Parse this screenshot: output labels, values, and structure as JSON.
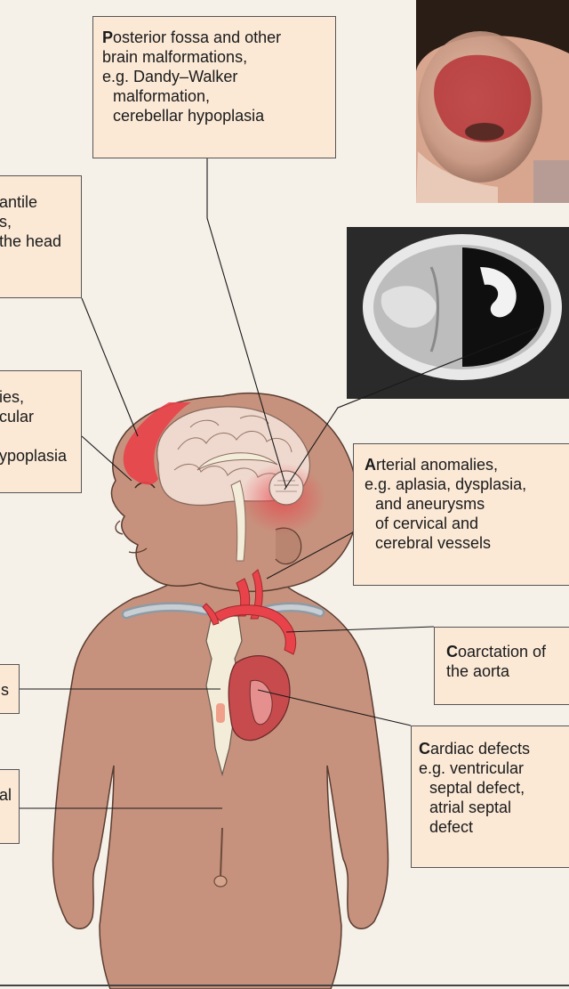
{
  "callouts": {
    "posterior_fossa": {
      "initial": "P",
      "lines": [
        "osterior fossa and other",
        "brain malformations,",
        "e.g. Dandy–Walker",
        "malformation,",
        "cerebellar hypoplasia"
      ]
    },
    "hemangioma": {
      "lines": [
        "antile",
        "s,",
        "the head"
      ]
    },
    "eye": {
      "lines": [
        "ies,",
        "cular",
        "",
        "ypoplasia"
      ]
    },
    "arterial": {
      "initial": "A",
      "lines": [
        "rterial anomalies,",
        "e.g. aplasia, dysplasia,",
        "and aneurysms",
        "of cervical and",
        "cerebral vessels"
      ]
    },
    "coarctation": {
      "initial": "C",
      "lines": [
        "oarctation of",
        "the aorta"
      ]
    },
    "sternal": {
      "lines": [
        "s"
      ]
    },
    "cardiac": {
      "initial": "C",
      "lines": [
        "ardiac defects",
        "e.g. ventricular",
        "septal defect,",
        "atrial septal",
        "defect"
      ]
    },
    "umbilical": {
      "lines": [
        "al"
      ]
    }
  },
  "colors": {
    "background": "#f5f0e8",
    "callout_fill": "#fbe9d6",
    "skin": "#c7927d",
    "hemangioma_red": "#e8434a",
    "brain": "#efd9cf",
    "heart": "#c74b4d",
    "bone": "#f2ecd9",
    "xray_bg": "#2a2a2a"
  }
}
